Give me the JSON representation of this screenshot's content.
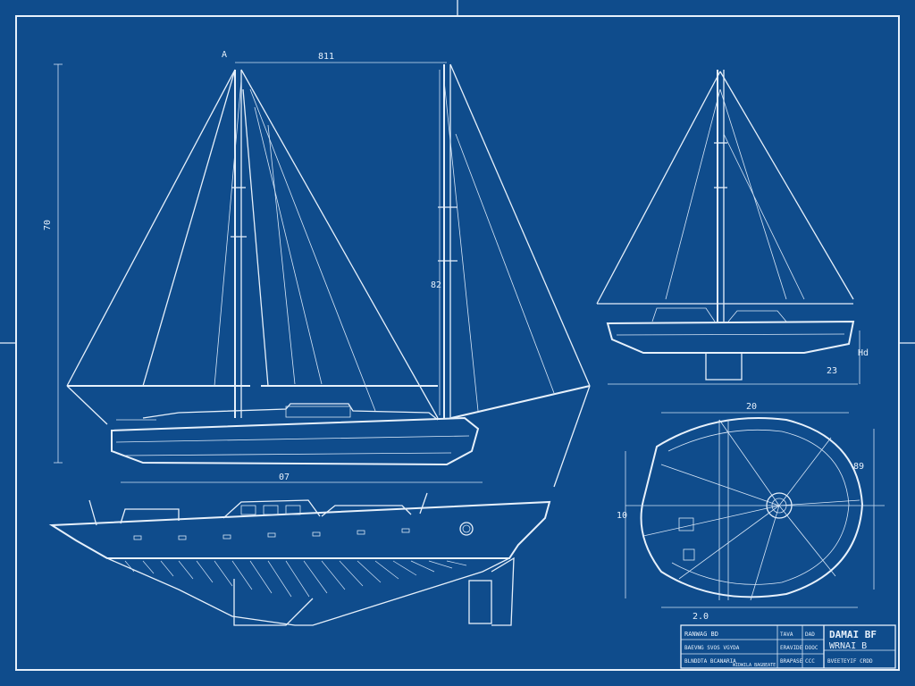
{
  "drawing": {
    "dimension_labels": {
      "top_span": "811",
      "left_height": "70",
      "mast_height": "82",
      "hull_length": "07",
      "fr_elev_height": "23",
      "fr_plan_top": "20",
      "fr_plan_left": "10",
      "fr_plan_right": "89",
      "fr_plan_bottom": "2.0",
      "fr_elev_side": "Hd"
    },
    "title_block": {
      "title_line_1": "DAMAI BF",
      "title_line_2": "WRNAI B",
      "title_line_3": "BVEETEYIF CRDD",
      "row_1": "RANWAG BD",
      "row_2": "BAEVNG SVOS VGYDA",
      "row_3": "BLNDDTA BCANARIA",
      "row_4": "WIDWILA BAGBEATE",
      "cell_a": "TAVA",
      "cell_b": "DAD",
      "cell_c": "ERAVIDE",
      "cell_d": "DOOC",
      "cell_e": "BRAPASE",
      "cell_f": "CCC"
    }
  }
}
